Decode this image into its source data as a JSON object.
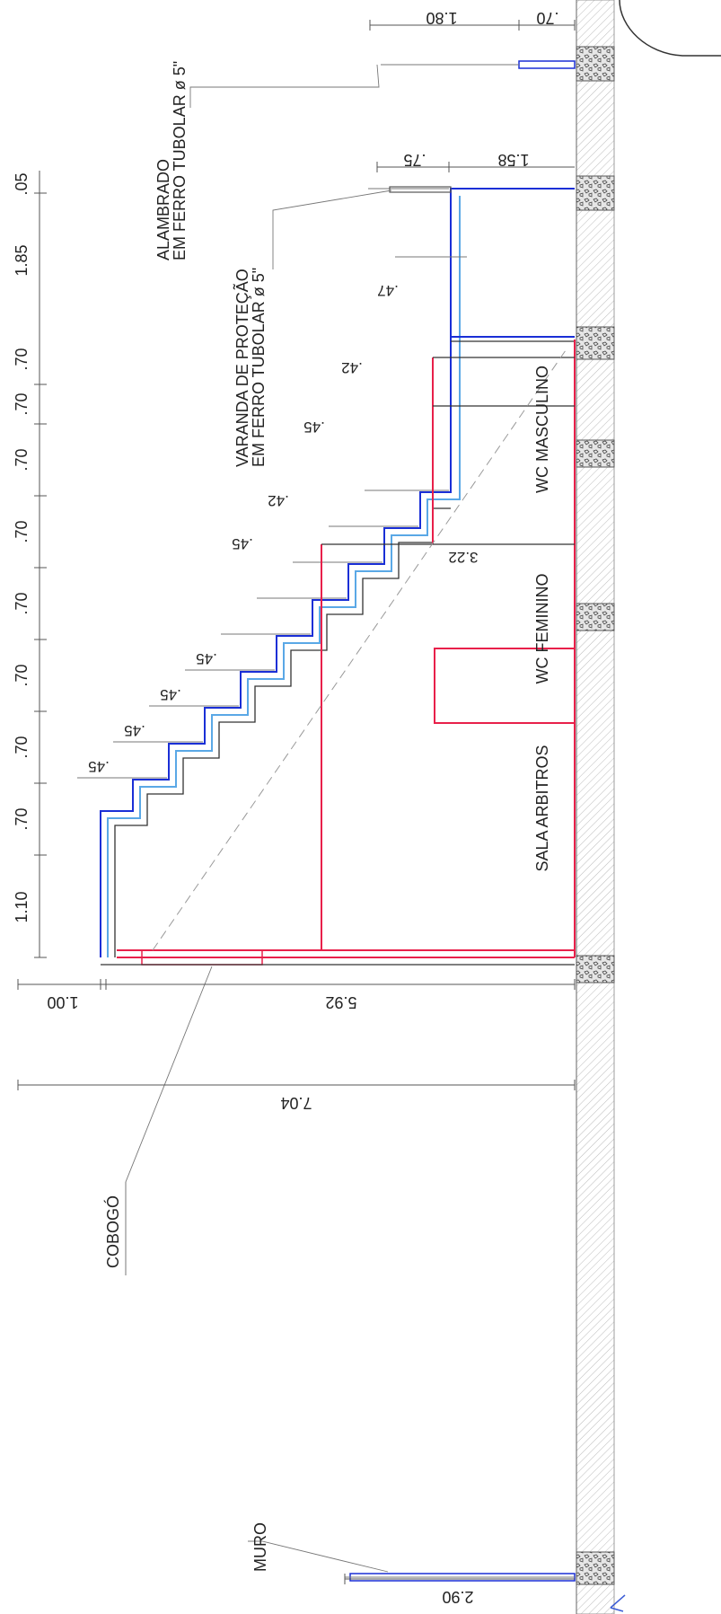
{
  "drawing": {
    "top_dims": [
      "1.10",
      ".70",
      ".70",
      ".70",
      ".70",
      ".70",
      ".70",
      ".70",
      ".70",
      "1.85",
      ".05"
    ],
    "step_dims": [
      ".45",
      ".45",
      ".45",
      ".45",
      ".45",
      ".42",
      ".45",
      ".42",
      ".47"
    ],
    "side_dims": {
      "d100": "1.00",
      "d592": "5.92",
      "d704": "7.04",
      "d290": "2.90",
      "d322": "3.22",
      "d158": "1.58",
      "d075": ".75",
      "d180": "1.80",
      "d070": ".70"
    },
    "labels": {
      "alambrado_1": "ALAMBRADO",
      "alambrado_2": "EM FERRO TUBOLAR ø 5\"",
      "varanda_1": "VARANDA DE PROTEÇÃO",
      "varanda_2": "EM FERRO TUBOLAR ø 5\"",
      "cobogo": "COBOGÓ",
      "muro": "MURO",
      "sala": "SALA  ARBITROS",
      "wc_fem": "WC  FEMININO",
      "wc_masc": "WC  MASCULINO"
    },
    "colors": {
      "wall_red": "#e8204a",
      "blue": "#1a2fd6",
      "light_blue": "#5aa8e6"
    }
  }
}
